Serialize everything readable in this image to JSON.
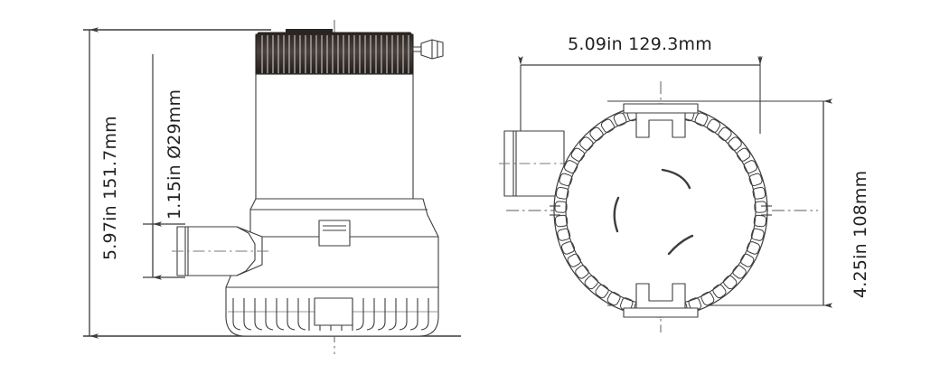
{
  "drawing": {
    "type": "engineering-dimension-drawing",
    "subject": "submersible bilge pump",
    "background_color": "#ffffff",
    "line_color": "#3c3c3c",
    "text_color": "#231f20",
    "fin_dark_color": "#2b2522",
    "fin_light_color": "#b9b4b1"
  },
  "views": {
    "side": {
      "name": "side-elevation-view"
    },
    "top": {
      "name": "top-plan-view"
    }
  },
  "dimensions": {
    "overall_height": {
      "label": "5.97in 151.7mm",
      "inches": "5.97in",
      "millimeters": "151.7mm",
      "orientation": "vertical-left",
      "view": "side"
    },
    "outlet_diameter": {
      "label": "1.15in Ø29mm",
      "inches": "1.15in",
      "millimeters": "Ø29mm",
      "orientation": "vertical-left",
      "view": "side"
    },
    "overall_width": {
      "label": "5.09in 129.3mm",
      "inches": "5.09in",
      "millimeters": "129.3mm",
      "orientation": "horizontal-top",
      "view": "top"
    },
    "body_diameter": {
      "label": "4.25in 108mm",
      "inches": "4.25in",
      "millimeters": "108mm",
      "orientation": "vertical-right",
      "view": "top"
    }
  }
}
